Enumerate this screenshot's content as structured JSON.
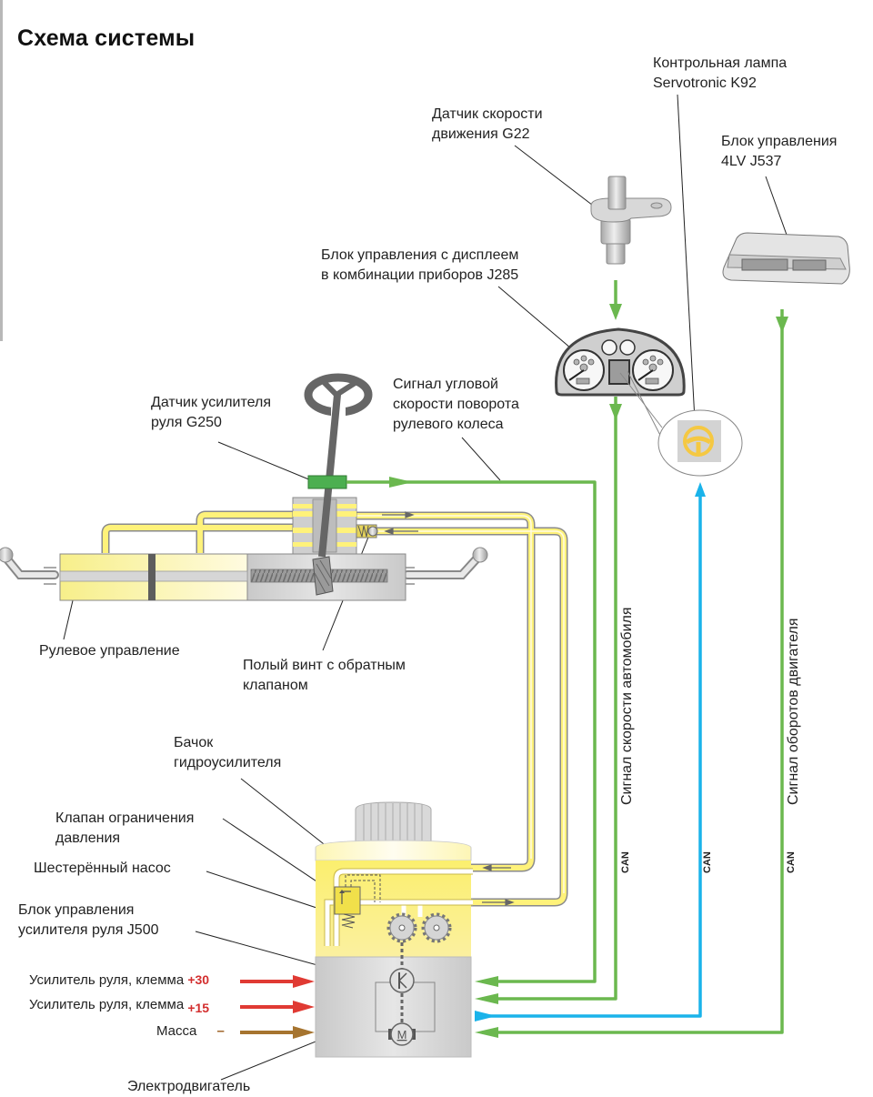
{
  "title": "Схема системы",
  "colors": {
    "can_green": "#6bb84f",
    "can_blue": "#1ab3ea",
    "power_red": "#e03a33",
    "ground_brown": "#a6742f",
    "hydraulic_yellow": "#fff27a",
    "housing_gray": "#d5d5d5",
    "sensor_green": "#4caf50",
    "lamp_amber": "#f5c842"
  },
  "components": {
    "k92": {
      "line1": "Контрольная лампа",
      "line2": "Servotronic K92"
    },
    "g22": {
      "line1": "Датчик скорости",
      "line2": "движения G22"
    },
    "j537": {
      "line1": "Блок управления",
      "line2": "4LV J537"
    },
    "j285": {
      "line1": "Блок управления с дисплеем",
      "line2": "в комбинации приборов J285"
    },
    "g250": {
      "line1": "Датчик усилителя",
      "line2": "руля G250"
    },
    "steering_signal": {
      "line1": "Сигнал угловой",
      "line2": "скорости поворота",
      "line3": "рулевого колеса"
    },
    "steering_gear": {
      "label": "Рулевое управление"
    },
    "hollow_screw": {
      "line1": "Полый винт с обратным",
      "line2": "клапаном"
    },
    "reservoir": {
      "line1": "Бачок",
      "line2": "гидроусилителя"
    },
    "pressure_valve": {
      "line1": "Клапан ограничения",
      "line2": "давления"
    },
    "gear_pump": {
      "label": "Шестерённый насос"
    },
    "j500": {
      "line1": "Блок управления",
      "line2": "усилителя руля J500"
    },
    "motor": {
      "label": "Электродвигатель",
      "symbol": "M"
    }
  },
  "signals": {
    "vehicle_speed": "Сигнал скорости автомобиля",
    "engine_rpm": "Сигнал оборотов двигателя",
    "can1": "CAN",
    "can2": "CAN",
    "can3": "CAN"
  },
  "terminals": [
    {
      "label": "Усилитель руля, клемма",
      "value": "+30"
    },
    {
      "label": "Усилитель руля, клемма",
      "value": "+15"
    },
    {
      "label": "Масса",
      "value": "–"
    }
  ]
}
